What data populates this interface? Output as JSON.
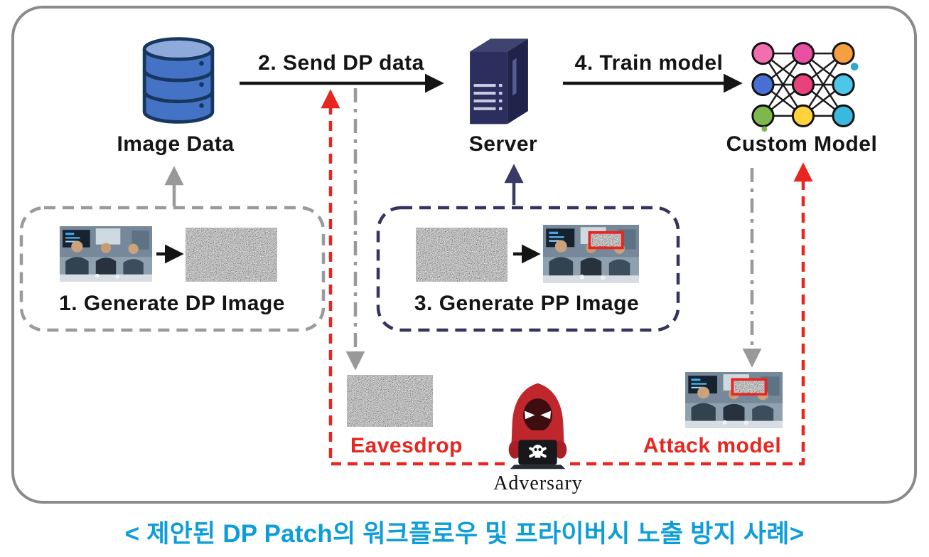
{
  "caption": "< 제안된 DP Patch의 워크플로우 및 프라이버시 노출 방지 사례>",
  "nodes": {
    "image_data": "Image Data",
    "server": "Server",
    "custom_model": "Custom Model"
  },
  "flows": {
    "send_dp_data": "2. Send DP data",
    "train_model": "4. Train model"
  },
  "steps": {
    "generate_dp_image": "1. Generate DP Image",
    "generate_pp_image": "3. Generate PP Image"
  },
  "threats": {
    "eavesdrop": "Eavesdrop",
    "attack_model": "Attack model",
    "adversary": "Adversary"
  },
  "icons": {
    "database": "blue-cylinder-database-stack",
    "server": "navy-server-tower",
    "neural_network": "colored-nodes-network-graph",
    "adversary": "red-hooded-hacker-with-skull-laptop",
    "noise_image": "gray-dp-noise-rectangle",
    "meeting_photo": "office-meeting-photo",
    "patched_photo": "office-meeting-photo-with-red-dp-patch"
  },
  "colors": {
    "threat_red": "#e8251f",
    "caption_blue": "#0d9ed9",
    "dp_box_gray": "#9a9a9a",
    "pp_box_navy": "#34345e",
    "arrow_black": "#141414",
    "arrow_gray": "#999999",
    "database_blue": "#4472c4",
    "server_navy": "#2c2f5e"
  }
}
